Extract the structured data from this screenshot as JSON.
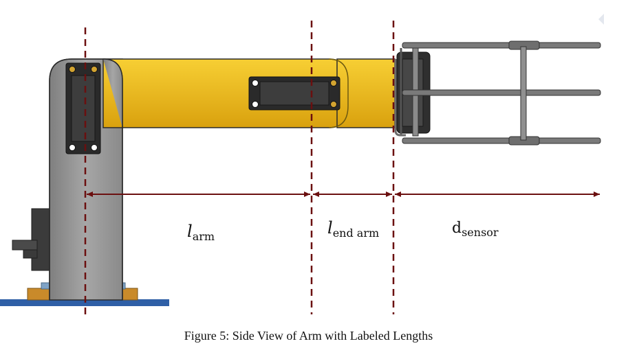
{
  "figure": {
    "caption": "Figure 5: Side View of Arm with Labeled Lengths"
  },
  "labels": {
    "arm": {
      "main": "l",
      "sub": "arm"
    },
    "end_arm": {
      "main": "l",
      "sub": "end arm"
    },
    "sensor": {
      "main": "d",
      "sub": "sensor"
    }
  },
  "colors": {
    "dimension_line": "#6b0f0f",
    "arm_body": "#f2c01a",
    "tower": "#9a9a9a",
    "base_plate": "#2f5fa6",
    "base_block": "#c98a2a",
    "servo": "#2a2a2a",
    "gripper": "#6b6b6b"
  }
}
